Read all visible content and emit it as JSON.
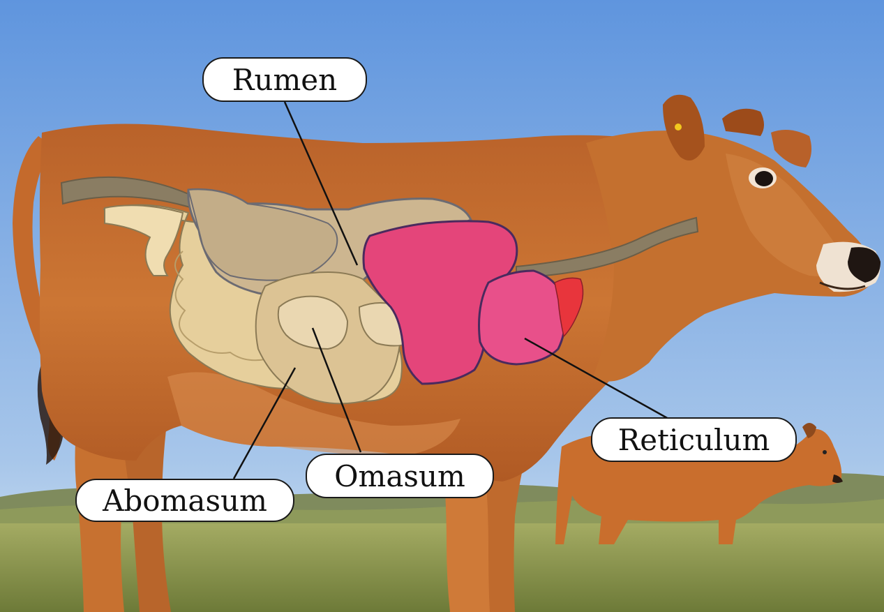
{
  "labels": {
    "rumen": "Rumen",
    "reticulum": "Reticulum",
    "omasum": "Omasum",
    "abomasum": "Abomasum"
  },
  "colors": {
    "sky_top": "#6b9ce0",
    "sky_bottom": "#c9dcef",
    "cow_coat": "#c9702f",
    "cow_coat_dark": "#9c4f1c",
    "grass": "#8f9b4c",
    "intestine": "#e6cf9c",
    "rumen_sac": "#cdb690",
    "omasum_organ": "#dcc394",
    "reticulum_organ": "#e4457a",
    "red_organ": "#e8353c",
    "esophagus": "#8a7d63",
    "label_bg": "#ffffff",
    "label_border": "#1a1a1a"
  },
  "icons": [
    "cow-photo",
    "second-cow-photo",
    "digestive-system-overlay"
  ]
}
